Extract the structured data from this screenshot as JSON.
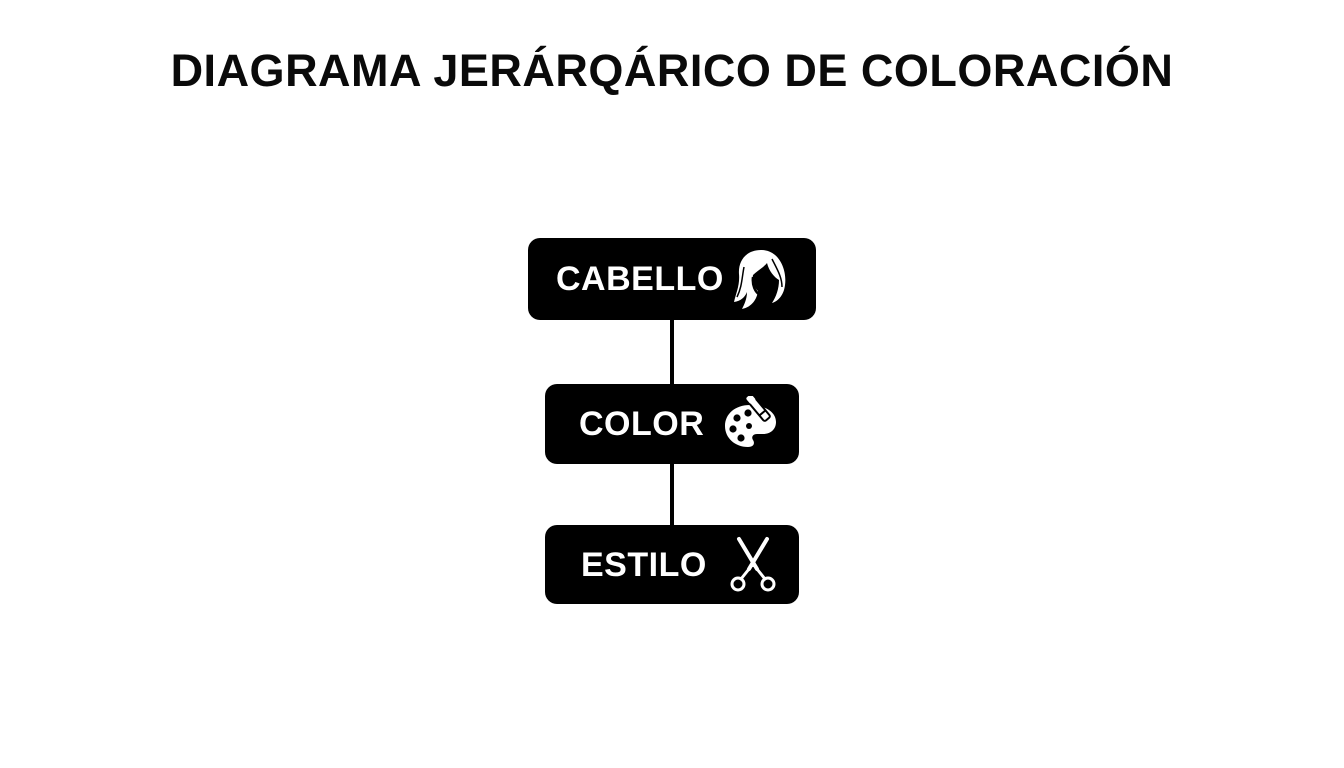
{
  "title": "DIAGRAMA JERÁRQÁRICO DE COLORACIÓN",
  "nodes": [
    {
      "label": "CABELLO",
      "icon": "hair-icon"
    },
    {
      "label": "COLOR",
      "icon": "palette-icon"
    },
    {
      "label": "ESTILO",
      "icon": "scissors-icon"
    }
  ],
  "colors": {
    "background": "#ffffff",
    "node_fill": "#000000",
    "node_text": "#ffffff",
    "connector": "#000000",
    "title_text": "#0a0a0a"
  }
}
